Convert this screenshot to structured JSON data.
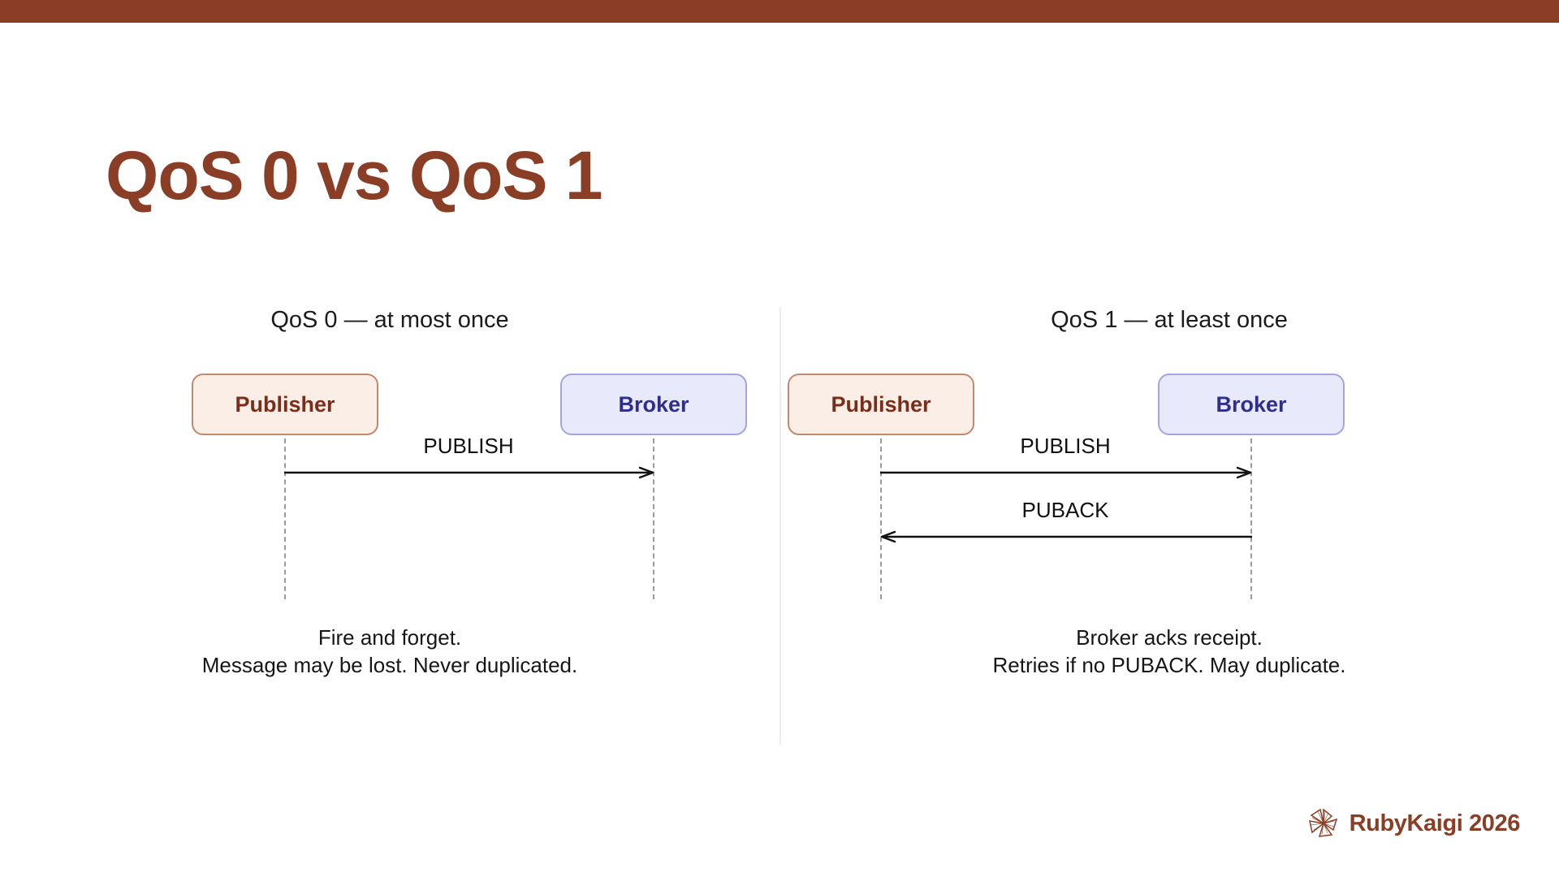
{
  "theme": {
    "accent_brown": "#8b3e26",
    "publisher_fill": "#fbeee7",
    "publisher_border": "#c08a6e",
    "publisher_text": "#7a2d18",
    "broker_fill": "#e8e9fa",
    "broker_border": "#a4a4e0",
    "broker_text": "#2e2e8f",
    "divider": "#ededed",
    "line": "#111111"
  },
  "slide": {
    "title": "QoS 0 vs QoS 1"
  },
  "panels": [
    {
      "id": "qos0",
      "heading": "QoS 0 — at most once",
      "actors": {
        "left": "Publisher",
        "right": "Broker"
      },
      "messages": [
        {
          "label": "PUBLISH",
          "direction": "right"
        }
      ],
      "caption": {
        "line1": "Fire and forget.",
        "line2": "Message may be lost. Never duplicated."
      }
    },
    {
      "id": "qos1",
      "heading": "QoS 1 — at least once",
      "actors": {
        "left": "Publisher",
        "right": "Broker"
      },
      "messages": [
        {
          "label": "PUBLISH",
          "direction": "right"
        },
        {
          "label": "PUBACK",
          "direction": "left"
        }
      ],
      "caption": {
        "line1": "Broker acks receipt.",
        "line2": "Retries if no PUBACK. May duplicate."
      }
    }
  ],
  "footer": {
    "brand": "RubyKaigi 2026",
    "logo_icon": "pinwheel-logo-icon"
  }
}
